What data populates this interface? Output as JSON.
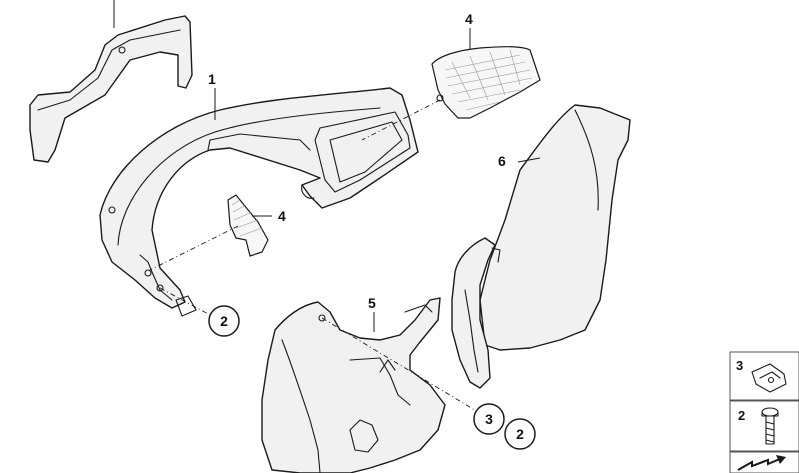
{
  "callouts": {
    "part_1": "1",
    "part_4_top": "4",
    "part_4_mid": "4",
    "part_5": "5",
    "part_6": "6"
  },
  "circle_refs": {
    "ref_2_left": "2",
    "ref_3_bottom": "3",
    "ref_2_bottom": "2"
  },
  "legend": {
    "clip_label": "3",
    "screw_label": "2"
  },
  "colors": {
    "line": "#1a1a1a",
    "part_fill": "#f1f1f1",
    "background": "#ffffff"
  }
}
